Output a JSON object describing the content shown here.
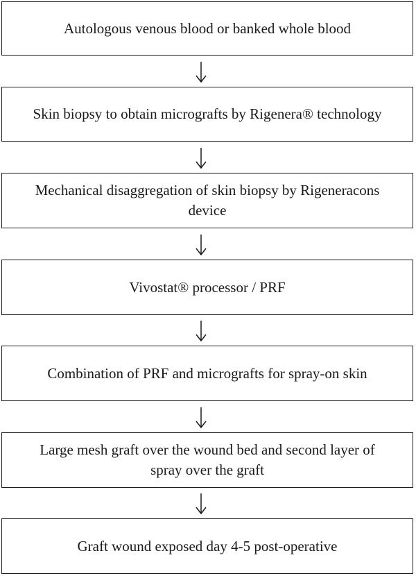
{
  "flowchart": {
    "steps": [
      "Autologous venous blood or banked whole blood",
      "Skin biopsy to obtain micrografts by Rigenera® technology",
      "Mechanical disaggregation of skin biopsy by Rigeneracons device",
      "Vivostat® processor / PRF",
      "Combination of PRF and micrografts for spray-on skin",
      "Large mesh graft over the wound bed and second layer of spray over the graft",
      "Graft wound exposed day 4-5 post-operative"
    ]
  }
}
